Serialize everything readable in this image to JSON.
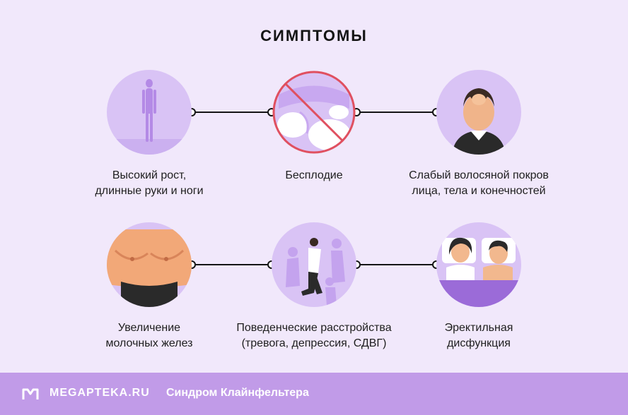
{
  "title": "СИМПТОМЫ",
  "symptoms": [
    {
      "line1": "Высокий рост,",
      "line2": "длинные руки и ноги",
      "icon": "tall-figure-icon"
    },
    {
      "line1": "Бесплодие",
      "line2": "",
      "icon": "infertility-icon"
    },
    {
      "line1": "Слабый волосяной покров",
      "line2": "лица, тела и конечностей",
      "icon": "balding-man-icon"
    },
    {
      "line1": "Увеличение",
      "line2": "молочных желез",
      "icon": "gynecomastia-icon"
    },
    {
      "line1": "Поведенческие расстройства",
      "line2": "(тревога, депрессия, СДВГ)",
      "icon": "anxious-man-icon"
    },
    {
      "line1": "Эректильная",
      "line2": "дисфункция",
      "icon": "couple-in-bed-icon"
    }
  ],
  "footer": {
    "brand": "MEGAPTEKA.RU",
    "subtitle": "Синдром Клайнфельтера"
  },
  "colors": {
    "background": "#f1e8fb",
    "circle": "#d9c3f5",
    "footer": "#c19be8",
    "prohibit": "#e05060",
    "line": "#141414"
  }
}
